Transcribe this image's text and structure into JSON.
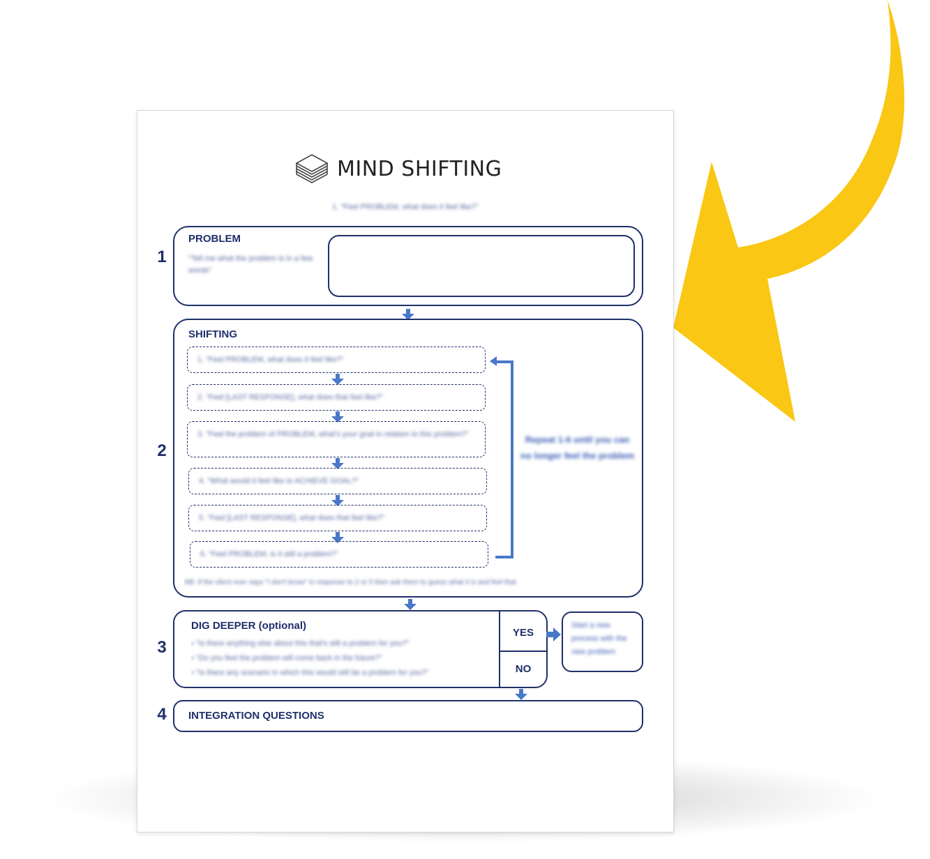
{
  "brand": {
    "title": "MIND SHIFTING",
    "logo_icon": "layered-diamond-logo"
  },
  "subtitle": "1. \"Feel PROBLEM, what does it feel like?\"",
  "sections": {
    "s1": {
      "number": "1",
      "title": "PROBLEM",
      "prompt": "\"Tell me what the problem is in a few words\""
    },
    "s2": {
      "number": "2",
      "title": "SHIFTING",
      "steps": [
        "1. \"Feel PROBLEM, what does it feel like?\"",
        "2. \"Feel [LAST RESPONSE], what does that feel like?\"",
        "3. \"Feel the problem of PROBLEM, what's your goal in relation to this problem?\"",
        "4. \"What would it feel like to ACHIEVE GOAL?\"",
        "5. \"Feel [LAST RESPONSE], what does that feel like?\"",
        "6. \"Feel PROBLEM, is it still a problem?\""
      ],
      "repeat_note": "Repeat 1-6 until you can no longer feel the problem",
      "footnote": "NB: If the client ever says \"I don't know\" in response to 2 or 5 then ask them to guess what it is and feel that"
    },
    "s3": {
      "number": "3",
      "title": "DIG DEEPER (optional)",
      "questions": [
        "• \"Is there anything else about this that's still a problem for you?\"",
        "• \"Do you feel the problem will come back in the future?\"",
        "• \"Is there any scenario in which this would still be a problem for you?\""
      ],
      "yes_label": "YES",
      "no_label": "NO",
      "yes_action": "Start a new process with the new problem"
    },
    "s4": {
      "number": "4",
      "title": "INTEGRATION QUESTIONS"
    }
  },
  "colors": {
    "navy": "#1f2f6b",
    "accent_blue": "#4a78c9",
    "arrow_yellow": "#f9c714"
  }
}
